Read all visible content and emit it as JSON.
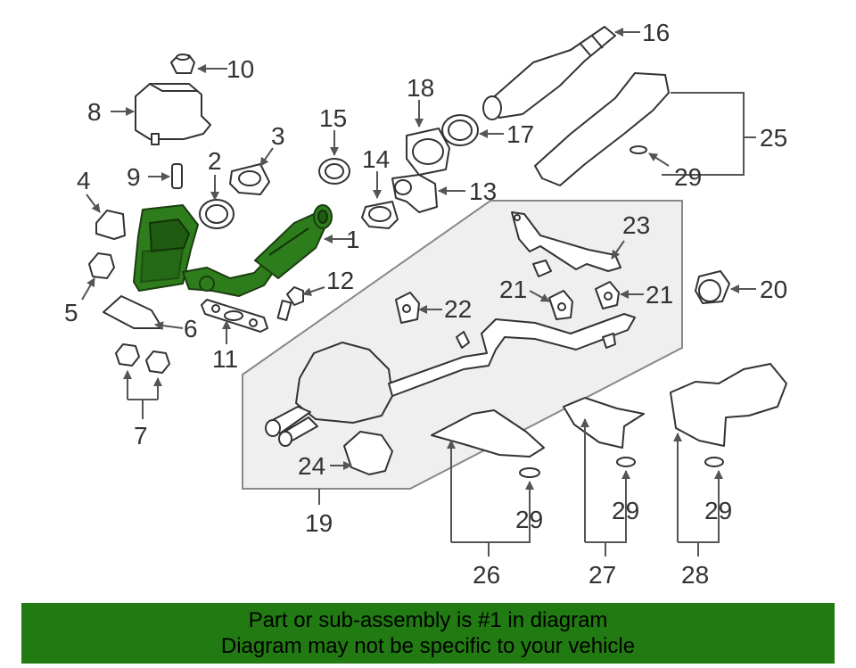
{
  "callouts": {
    "c1": "1",
    "c2": "2",
    "c3": "3",
    "c4": "4",
    "c5": "5",
    "c6": "6",
    "c7": "7",
    "c8": "8",
    "c9": "9",
    "c10": "10",
    "c11": "11",
    "c12": "12",
    "c13": "13",
    "c14": "14",
    "c15": "15",
    "c16": "16",
    "c17": "17",
    "c18": "18",
    "c19": "19",
    "c20": "20",
    "c21a": "21",
    "c21b": "21",
    "c22": "22",
    "c23": "23",
    "c24": "24",
    "c25": "25",
    "c26": "26",
    "c27": "27",
    "c28": "28",
    "c29a": "29",
    "c29b": "29",
    "c29c": "29",
    "c29d": "29"
  },
  "banner": {
    "line1": "Part or sub-assembly is #1 in diagram",
    "line2": "Diagram may not be specific to your vehicle"
  },
  "colors": {
    "highlight": "#2e7d1c",
    "banner": "#217a12",
    "line": "#333333",
    "group_panel": "#efefef"
  }
}
